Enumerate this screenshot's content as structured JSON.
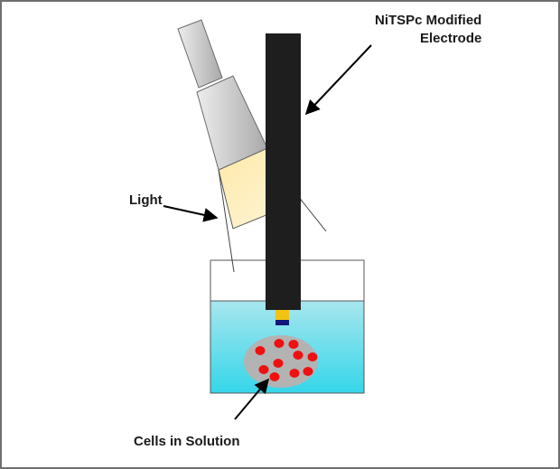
{
  "labels": {
    "electrode_line1": "NiTSPc Modified",
    "electrode_line2": "Electrode",
    "light": "Light",
    "cells": "Cells in Solution"
  },
  "colors": {
    "frame": "#6f6f6f",
    "electrode": "#1e1e1e",
    "solution_top": "#9fe3ec",
    "solution_bottom": "#39d7ea",
    "cell_cluster": "#b3b3b3",
    "cells": "#ee1111",
    "electrode_tip_gold": "#f2c313",
    "electrode_tip_blue": "#12167a",
    "light_beam": "#fbe5a0",
    "lamp_body": "#c9c9c9"
  },
  "icons": {
    "lamp": "lamp-icon",
    "electrode": "electrode-icon",
    "beaker": "beaker-icon",
    "cells": "cell-icon"
  }
}
